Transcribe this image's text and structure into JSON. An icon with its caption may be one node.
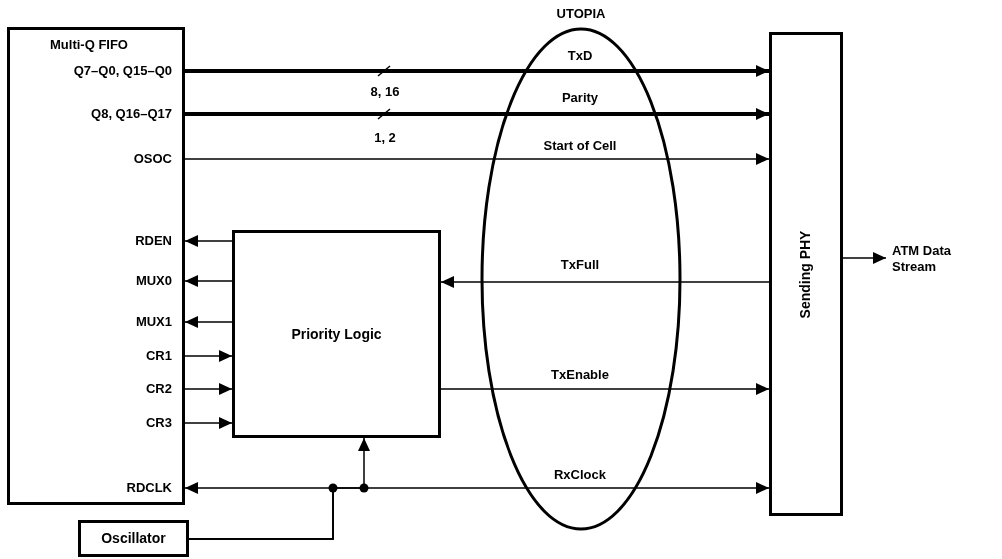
{
  "diagram": {
    "nodes": [
      {
        "text": [
          "Multi-Q FIFO",
          "Q7–Q0, Q15–Q0",
          "Q8, Q16–Q17",
          "OSOC",
          "RDEN",
          "MUX0",
          "MUX1",
          "CR1",
          "CR2",
          "CR3",
          "RDCLK"
        ]
      },
      {
        "text": [
          "Priority Logic"
        ]
      },
      {
        "text": [
          "Sending PHY"
        ]
      },
      {
        "text": [
          "Oscillator"
        ]
      },
      {
        "text": [
          "ATM Data Stream"
        ]
      }
    ],
    "edges": [
      {
        "from": 0,
        "to": 2,
        "arrow": "to",
        "label": "TxD",
        "style": "thick"
      },
      {
        "from": 0,
        "to": 2,
        "arrow": "to",
        "label": "Parity",
        "style": "thick"
      },
      {
        "from": 0,
        "to": 2,
        "arrow": "to",
        "label": "Start of Cell"
      },
      {
        "from": 1,
        "to": 0,
        "arrow": "to"
      },
      {
        "from": 1,
        "to": 0,
        "arrow": "to"
      },
      {
        "from": 1,
        "to": 0,
        "arrow": "to"
      },
      {
        "from": 0,
        "to": 1,
        "arrow": "to"
      },
      {
        "from": 0,
        "to": 1,
        "arrow": "to"
      },
      {
        "from": 0,
        "to": 1,
        "arrow": "to"
      },
      {
        "from": 2,
        "to": 1,
        "arrow": "to",
        "label": "TxFull"
      },
      {
        "from": 1,
        "to": 2,
        "arrow": "to",
        "label": "TxEnable"
      },
      {
        "from": 3,
        "to": 0,
        "arrow": "to"
      },
      {
        "from": 3,
        "to": 1,
        "arrow": "to"
      },
      {
        "from": 3,
        "to": 2,
        "arrow": "to",
        "label": "RxClock"
      },
      {
        "from": 2,
        "to": 4,
        "arrow": "to"
      }
    ],
    "labels": [
      "UTOPIA",
      "8, 16",
      "1, 2"
    ]
  }
}
